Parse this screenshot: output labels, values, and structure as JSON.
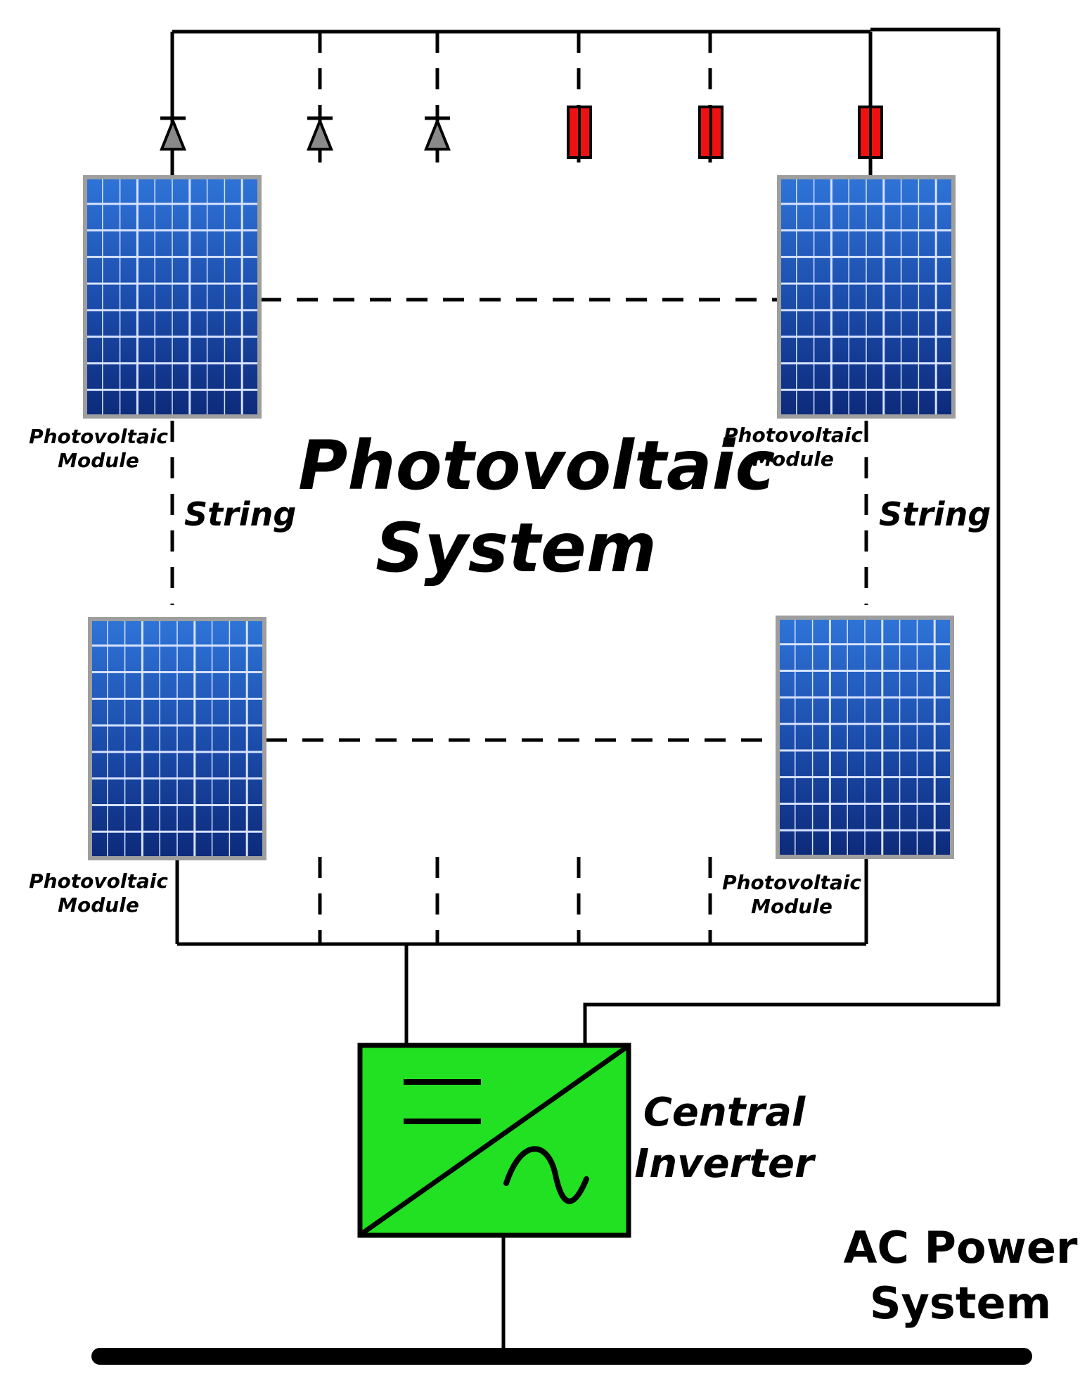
{
  "title": "Photovoltaic\nSystem",
  "module_label": "Photovoltaic\nModule",
  "string_label": "String",
  "inverter_label": "Central\nInverter",
  "ac_label": "AC Power\nSystem",
  "modules": [
    {
      "id": "top-left",
      "label": "Photovoltaic\nModule"
    },
    {
      "id": "top-right",
      "label": "Photovoltaic\nModule"
    },
    {
      "id": "bottom-left",
      "label": "Photovoltaic\nModule"
    },
    {
      "id": "bottom-right",
      "label": "Photovoltaic\nModule"
    }
  ],
  "strings": [
    {
      "id": "left",
      "label": "String"
    },
    {
      "id": "right",
      "label": "String"
    }
  ],
  "protection_devices": [
    "diode",
    "diode",
    "diode",
    "fuse",
    "fuse",
    "fuse"
  ],
  "colors": {
    "panel_dark": "#0d2a7a",
    "panel_light": "#2f74d8",
    "panel_frame": "#9e9e9e",
    "diode": "#8a8a8a",
    "fuse": "#ee1111",
    "inverter": "#22e022",
    "wire": "#000000"
  },
  "icons": {
    "inverter_dc": "dc-symbol",
    "inverter_ac": "sine-wave-symbol"
  }
}
